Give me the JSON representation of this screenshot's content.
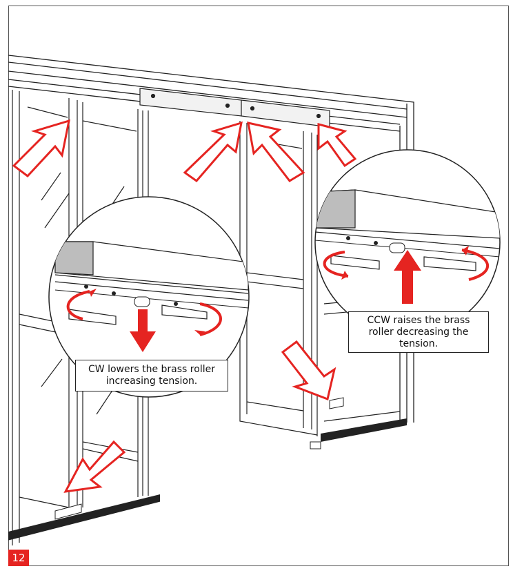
{
  "callouts": {
    "cw_text": "CW lowers the brass roller\nincreasing tension.",
    "ccw_text": "CCW raises the brass\nroller decreasing the\ntension."
  },
  "page_number": "12",
  "colors": {
    "accent_red": "#e52421",
    "line": "#222222",
    "header_gray": "#bdbdbd"
  }
}
